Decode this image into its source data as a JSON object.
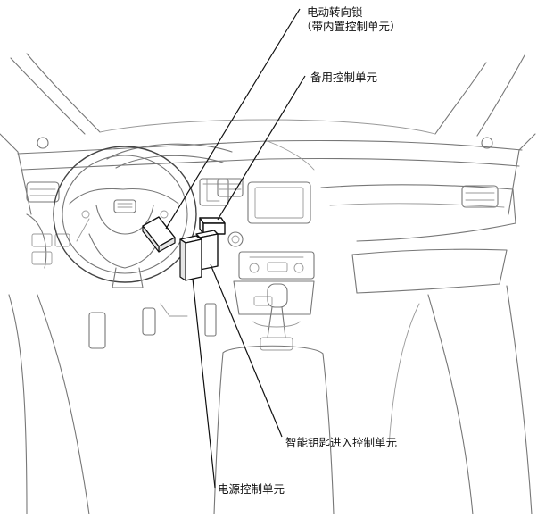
{
  "labels": {
    "eps_lock_line1": "电动转向锁",
    "eps_lock_line2": "（带内置控制单元）",
    "backup_unit": "备用控制单元",
    "smart_entry_unit": "智能钥匙进入控制单元",
    "power_unit": "电源控制单元"
  }
}
